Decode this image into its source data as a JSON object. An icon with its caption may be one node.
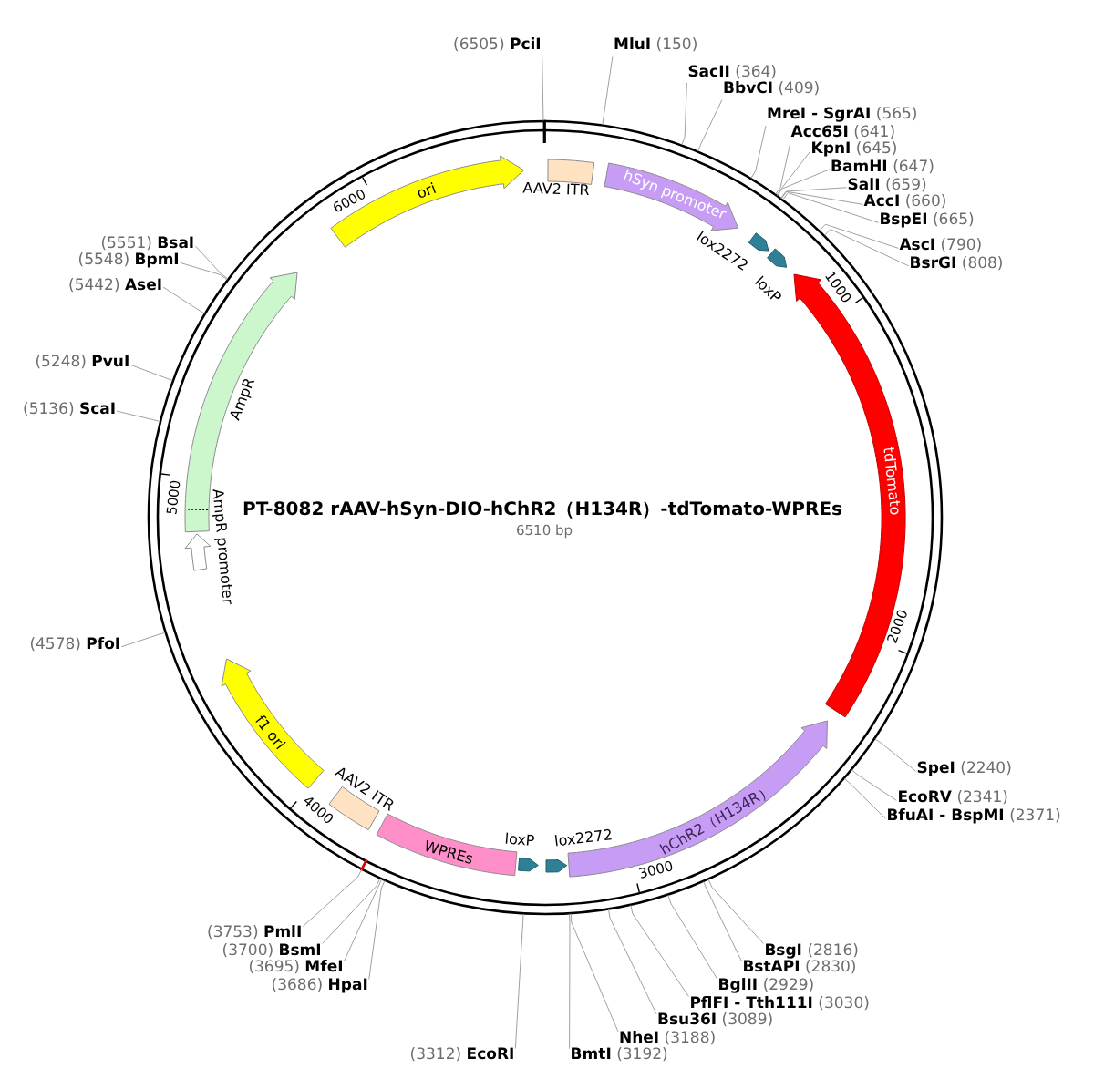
{
  "diagram": {
    "title": "PT-8082 rAAV-hSyn-DIO-hChR2（H134R）-tdTomato-WPREs",
    "nodes": [
      {
        "text": [
          "(6505)",
          "PciI"
        ]
      },
      {
        "text": [
          "MluI",
          "(150)"
        ]
      },
      {
        "text": [
          "SacII",
          "(364)"
        ]
      },
      {
        "text": [
          "BbvCI",
          "(409)"
        ]
      },
      {
        "text": [
          "MreI - SgrAI",
          "(565)"
        ]
      },
      {
        "text": [
          "Acc65I",
          "(641)"
        ]
      },
      {
        "text": [
          "KpnI",
          "(645)"
        ]
      },
      {
        "text": [
          "BamHI",
          "(647)"
        ]
      },
      {
        "text": [
          "SalI",
          "(659)"
        ]
      },
      {
        "text": [
          "AccI",
          "(660)"
        ]
      },
      {
        "text": [
          "BspEI",
          "(665)"
        ]
      },
      {
        "text": [
          "AscI",
          "(790)"
        ]
      },
      {
        "text": [
          "BsrGI",
          "(808)"
        ]
      },
      {
        "text": [
          "SpeI",
          "(2240)"
        ]
      },
      {
        "text": [
          "EcoRV",
          "(2341)"
        ]
      },
      {
        "text": [
          "BfuAI - BspMI",
          "(2371)"
        ]
      },
      {
        "text": [
          "BsgI",
          "(2816)"
        ]
      },
      {
        "text": [
          "BstAPI",
          "(2830)"
        ]
      },
      {
        "text": [
          "BglII",
          "(2929)"
        ]
      },
      {
        "text": [
          "PflFI - Tth111I",
          "(3030)"
        ]
      },
      {
        "text": [
          "Bsu36I",
          "(3089)"
        ]
      },
      {
        "text": [
          "NheI",
          "(3188)"
        ]
      },
      {
        "text": [
          "BmtI",
          "(3192)"
        ]
      },
      {
        "text": [
          "(3312)",
          "EcoRI"
        ]
      },
      {
        "text": [
          "(3686)",
          "HpaI"
        ]
      },
      {
        "text": [
          "(3695)",
          "MfeI"
        ]
      },
      {
        "text": [
          "(3700)",
          "BsmI"
        ]
      },
      {
        "text": [
          "(3753)",
          "PmlI"
        ]
      },
      {
        "text": [
          "(4578)",
          "PfoI"
        ]
      },
      {
        "text": [
          "(5136)",
          "ScaI"
        ]
      },
      {
        "text": [
          "(5248)",
          "PvuI"
        ]
      },
      {
        "text": [
          "(5442)",
          "AseI"
        ]
      },
      {
        "text": [
          "(5548)",
          "BpmI"
        ]
      },
      {
        "text": [
          "(5551)",
          "BsaI"
        ]
      },
      {
        "text": [
          "AAV2 ITR"
        ]
      },
      {
        "text": [
          "hSyn promoter"
        ]
      },
      {
        "text": [
          "lox2272"
        ]
      },
      {
        "text": [
          "loxP"
        ]
      },
      {
        "text": [
          "tdTomato"
        ]
      },
      {
        "text": [
          "hChR2（H134R）"
        ]
      },
      {
        "text": [
          "lox2272"
        ]
      },
      {
        "text": [
          "loxP"
        ]
      },
      {
        "text": [
          "WPREs"
        ]
      },
      {
        "text": [
          "AAV2 ITR"
        ]
      },
      {
        "text": [
          "f1 ori"
        ]
      },
      {
        "text": [
          "AmpR promoter"
        ]
      },
      {
        "text": [
          "AmpR"
        ]
      },
      {
        "text": [
          "ori"
        ]
      }
    ],
    "edges": [
      {
        "from": 0,
        "to": null,
        "arrow": "none"
      },
      {
        "from": 1,
        "to": null,
        "arrow": "none"
      },
      {
        "from": 2,
        "to": null,
        "arrow": "none"
      },
      {
        "from": 3,
        "to": null,
        "arrow": "none"
      },
      {
        "from": 4,
        "to": null,
        "arrow": "none"
      },
      {
        "from": 5,
        "to": null,
        "arrow": "none"
      },
      {
        "from": 6,
        "to": null,
        "arrow": "none"
      },
      {
        "from": 7,
        "to": null,
        "arrow": "none"
      },
      {
        "from": 8,
        "to": null,
        "arrow": "none"
      },
      {
        "from": 9,
        "to": null,
        "arrow": "none"
      },
      {
        "from": 10,
        "to": null,
        "arrow": "none"
      },
      {
        "from": 11,
        "to": null,
        "arrow": "none"
      },
      {
        "from": 12,
        "to": null,
        "arrow": "none"
      },
      {
        "from": 13,
        "to": null,
        "arrow": "none"
      },
      {
        "from": 14,
        "to": null,
        "arrow": "none"
      },
      {
        "from": 15,
        "to": null,
        "arrow": "none"
      },
      {
        "from": 16,
        "to": null,
        "arrow": "none"
      },
      {
        "from": 17,
        "to": null,
        "arrow": "none"
      },
      {
        "from": 18,
        "to": null,
        "arrow": "none"
      },
      {
        "from": 19,
        "to": null,
        "arrow": "none"
      },
      {
        "from": 20,
        "to": null,
        "arrow": "none"
      },
      {
        "from": 21,
        "to": null,
        "arrow": "none"
      },
      {
        "from": 22,
        "to": null,
        "arrow": "none"
      },
      {
        "from": 23,
        "to": null,
        "arrow": "none"
      },
      {
        "from": 24,
        "to": null,
        "arrow": "none"
      },
      {
        "from": 25,
        "to": null,
        "arrow": "none"
      },
      {
        "from": 26,
        "to": null,
        "arrow": "none"
      },
      {
        "from": 27,
        "to": null,
        "arrow": "none"
      },
      {
        "from": 28,
        "to": null,
        "arrow": "none"
      },
      {
        "from": 29,
        "to": null,
        "arrow": "none"
      },
      {
        "from": 30,
        "to": null,
        "arrow": "none"
      },
      {
        "from": 31,
        "to": null,
        "arrow": "none"
      },
      {
        "from": 32,
        "to": null,
        "arrow": "none"
      },
      {
        "from": 33,
        "to": null,
        "arrow": "none"
      }
    ],
    "labels": [
      "6000",
      "1000",
      "5000",
      "6510 bp",
      "2000",
      "4000",
      "3000"
    ]
  }
}
